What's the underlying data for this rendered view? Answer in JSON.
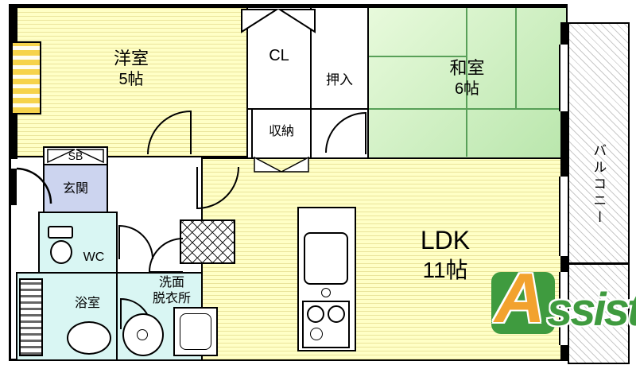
{
  "plan": {
    "rooms": {
      "western": {
        "name": "洋室",
        "size": "5帖"
      },
      "cl": {
        "label": "CL"
      },
      "oshiire": {
        "label": "押入"
      },
      "washitsu": {
        "name": "和室",
        "size": "6帖"
      },
      "storage": {
        "label": "収納"
      },
      "sb": {
        "label": "SB"
      },
      "genkan": {
        "label": "玄関"
      },
      "wc": {
        "label": "WC"
      },
      "bath": {
        "label": "浴室"
      },
      "washroom": {
        "line1": "洗面",
        "line2": "脱衣所"
      },
      "ldk": {
        "name": "LDK",
        "size": "11帖"
      },
      "balcony": {
        "label": "バルコニー"
      }
    },
    "logo": {
      "initial": "A",
      "rest": "ssist"
    },
    "colors": {
      "room_yellow": "#ffffc6",
      "tatami_green": "#c9ecba",
      "water_cyan": "#d9f6f3",
      "entrance_blue": "#ccd4ef",
      "logo_green": "#3f9b3f",
      "logo_orange": "#f2a22e"
    }
  }
}
